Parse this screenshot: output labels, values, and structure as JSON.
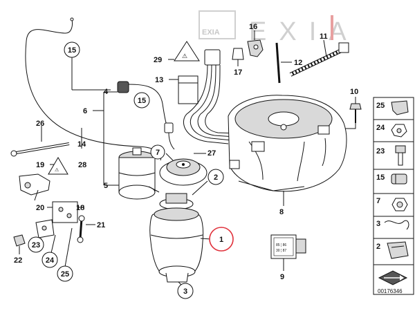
{
  "watermark": {
    "text": "EXIA",
    "badge": "EXIA"
  },
  "callouts": [
    {
      "id": "c15a",
      "label": "15"
    },
    {
      "id": "c15b",
      "label": "15"
    },
    {
      "id": "c7",
      "label": "7"
    },
    {
      "id": "c2",
      "label": "2"
    },
    {
      "id": "c1",
      "label": "1"
    },
    {
      "id": "c3",
      "label": "3"
    },
    {
      "id": "c23",
      "label": "23"
    },
    {
      "id": "c24",
      "label": "24"
    },
    {
      "id": "c25",
      "label": "25"
    }
  ],
  "plain_labels": [
    {
      "id": "l16",
      "label": "16"
    },
    {
      "id": "l11",
      "label": "11"
    },
    {
      "id": "l29",
      "label": "29"
    },
    {
      "id": "l17",
      "label": "17"
    },
    {
      "id": "l12",
      "label": "12"
    },
    {
      "id": "l13",
      "label": "13"
    },
    {
      "id": "l4",
      "label": "4"
    },
    {
      "id": "l6",
      "label": "6"
    },
    {
      "id": "l10",
      "label": "10"
    },
    {
      "id": "l26",
      "label": "26"
    },
    {
      "id": "l14",
      "label": "14"
    },
    {
      "id": "l27",
      "label": "27"
    },
    {
      "id": "l19",
      "label": "19"
    },
    {
      "id": "l28",
      "label": "28"
    },
    {
      "id": "l5",
      "label": "5"
    },
    {
      "id": "l8",
      "label": "8"
    },
    {
      "id": "l20",
      "label": "20"
    },
    {
      "id": "l18",
      "label": "18"
    },
    {
      "id": "l21",
      "label": "21"
    },
    {
      "id": "l22",
      "label": "22"
    },
    {
      "id": "l9",
      "label": "9"
    }
  ],
  "side_panel": [
    {
      "id": "s25",
      "label": "25"
    },
    {
      "id": "s24",
      "label": "24"
    },
    {
      "id": "s23",
      "label": "23"
    },
    {
      "id": "s15",
      "label": "15"
    },
    {
      "id": "s7",
      "label": "7"
    },
    {
      "id": "s3",
      "label": "3"
    },
    {
      "id": "s2",
      "label": "2"
    }
  ],
  "diagram_number": "00176346",
  "colors": {
    "highlight": "#e0303a",
    "line": "#111111",
    "watermark": "#d0d0d0"
  }
}
